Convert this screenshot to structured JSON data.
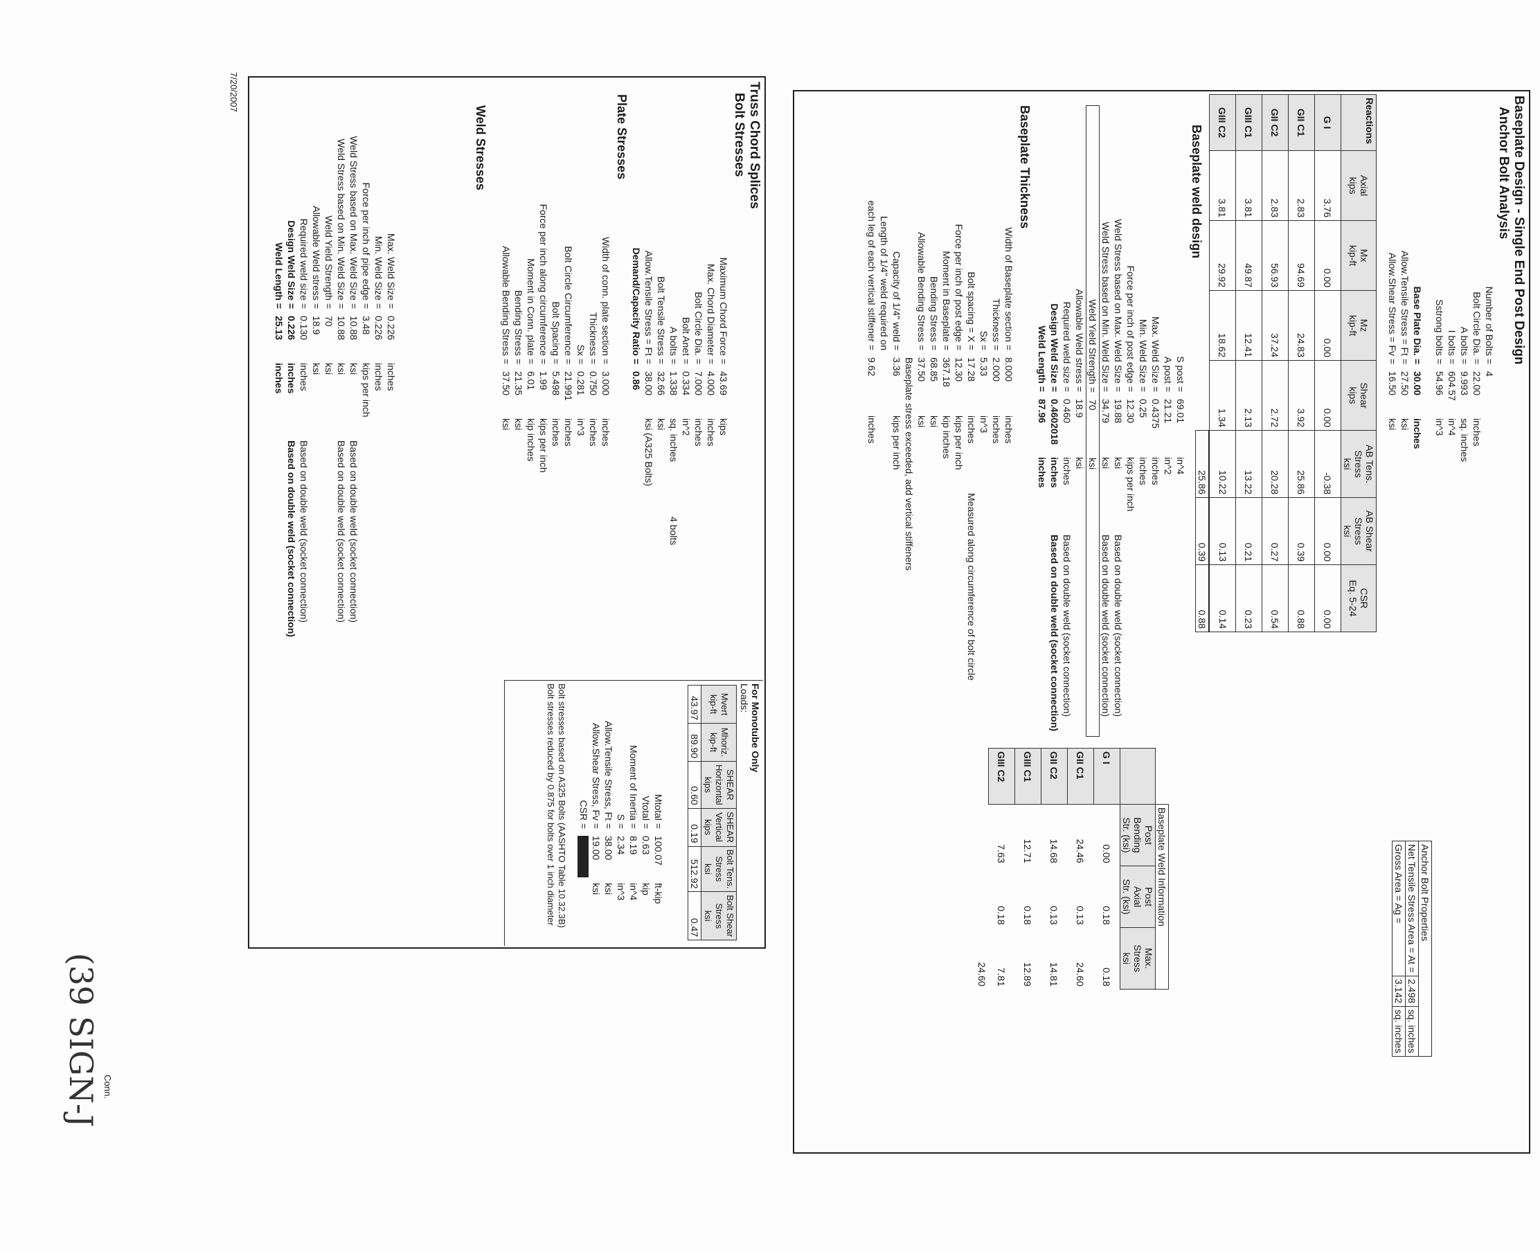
{
  "upper": {
    "title": "Baseplate Design - Single End Post Design",
    "anchor_title": "Anchor Bolt Analysis",
    "anchor_rows": [
      {
        "label": "Number of Bolts =",
        "value": "4",
        "unit": ""
      },
      {
        "label": "Bolt Circle Dia. =",
        "value": "22.00",
        "unit": "inches"
      },
      {
        "label": "A bolts =",
        "value": "9.993",
        "unit": "sq. inches"
      },
      {
        "label": "I bolts =",
        "value": "604.57",
        "unit": "in^4"
      },
      {
        "label": "Sstrong bolts =",
        "value": "54.96",
        "unit": "in^3"
      }
    ],
    "plate_rows": [
      {
        "label": "Base Plate Dia. =",
        "value": "30.00",
        "unit": "inches"
      },
      {
        "label": "Allow.Tensile Stress = Ft =",
        "value": "27.50",
        "unit": "ksi"
      },
      {
        "label": "Allow.Shear Stress = Fv =",
        "value": "16.50",
        "unit": "ksi"
      }
    ],
    "props": {
      "title": "Anchor Bolt Properties",
      "rows": [
        {
          "label": "Net Tensile Stress Area = At =",
          "value": "2.498",
          "unit": "sq. inches"
        },
        {
          "label": "Gross Area = Ag =",
          "value": "3.142",
          "unit": "sq. inches"
        }
      ]
    },
    "reactions": {
      "corner": "Reactions",
      "headers": [
        [
          "Axial",
          "kips"
        ],
        [
          "Mx",
          "kip-ft"
        ],
        [
          "Mz",
          "kip-ft"
        ],
        [
          "Shear",
          "kips"
        ],
        [
          "AB Tens.",
          "Stress",
          "ksi"
        ],
        [
          "AB Shear",
          "Stress",
          "ksi"
        ],
        [
          "CSR",
          "Eq. 5-24"
        ]
      ],
      "rows": [
        {
          "name": "G I",
          "cells": [
            "3.76",
            "0.00",
            "0.00",
            "0.00",
            "-0.38",
            "0.00",
            "0.00"
          ]
        },
        {
          "name": "GII C1",
          "cells": [
            "2.83",
            "94.69",
            "24.83",
            "3.92",
            "25.86",
            "0.39",
            "0.88"
          ]
        },
        {
          "name": "GII C2",
          "cells": [
            "2.83",
            "56.93",
            "37.24",
            "2.72",
            "20.28",
            "0.27",
            "0.54"
          ]
        },
        {
          "name": "GIII C1",
          "cells": [
            "3.81",
            "49.87",
            "12.41",
            "2.13",
            "13.22",
            "0.21",
            "0.23"
          ]
        },
        {
          "name": "GIII C2",
          "cells": [
            "3.81",
            "29.92",
            "18.62",
            "1.34",
            "10.22",
            "0.13",
            "0.14"
          ]
        }
      ],
      "max": [
        "25.86",
        "0.39",
        "0.88"
      ]
    },
    "weld_title": "Baseplate weld design",
    "weld_rows": [
      {
        "label": "S post =",
        "value": "69.01",
        "unit": "in^4",
        "note": ""
      },
      {
        "label": "A post =",
        "value": "21.21",
        "unit": "in^2",
        "note": ""
      },
      {
        "label": "Max. Weld Size =",
        "value": "0.4375",
        "unit": "inches",
        "note": ""
      },
      {
        "label": "Min. Weld Size =",
        "value": "0.25",
        "unit": "inches",
        "note": ""
      },
      {
        "label": "Force per inch of post edge =",
        "value": "12.30",
        "unit": "kips per inch",
        "note": ""
      },
      {
        "label": "Weld Stress based on Max. Weld Size =",
        "value": "19.88",
        "unit": "ksi",
        "note": "Based on double weld (socket connection)"
      },
      {
        "label": "Weld Stress based on Min. Weld Size =",
        "value": "34.79",
        "unit": "ksi",
        "note": "Based on double weld (socket connection)"
      },
      {
        "label": "Weld Yield Strength =",
        "value": "70",
        "unit": "ksi",
        "note": ""
      },
      {
        "label": "Allowable Weld stress =",
        "value": "18.9",
        "unit": "ksi",
        "note": ""
      },
      {
        "label": "Required weld size =",
        "value": "0.460",
        "unit": "inches",
        "note": "Based on double weld (socket connection)"
      },
      {
        "label": "Design Weld Size =",
        "value": "0.4602018",
        "unit": "inches",
        "note": "Based on double weld (socket connection)"
      },
      {
        "label": "Weld Length =",
        "value": "87.96",
        "unit": "inches",
        "note": ""
      }
    ],
    "bwi": {
      "title": "Baseplate Weld Information",
      "headers": [
        [
          "Post",
          "Bending",
          "Str. (ksi)"
        ],
        [
          "Post",
          "Axial",
          "Str. (ksi)"
        ],
        [
          "Max.",
          "Stress",
          "ksi"
        ]
      ],
      "rows": [
        {
          "name": "G I",
          "cells": [
            "0.00",
            "0.18",
            "0.18"
          ]
        },
        {
          "name": "GII C1",
          "cells": [
            "24.46",
            "0.13",
            "24.60"
          ]
        },
        {
          "name": "GII C2",
          "cells": [
            "14.68",
            "0.13",
            "14.81"
          ]
        },
        {
          "name": "GIII C1",
          "cells": [
            "12.71",
            "0.18",
            "12.89"
          ]
        },
        {
          "name": "GIII C2",
          "cells": [
            "7.63",
            "0.18",
            "7.81"
          ]
        }
      ],
      "max": "24.60"
    },
    "thick_title": "Baseplate Thickness",
    "thick_rows": [
      {
        "label": "Width of Baseplate section =",
        "value": "8.000",
        "unit": "inches",
        "note": ""
      },
      {
        "label": "Thickness =",
        "value": "2.000",
        "unit": "inches",
        "note": ""
      },
      {
        "label": "Sx =",
        "value": "5.33",
        "unit": "in^3",
        "note": ""
      },
      {
        "label": "Bolt spacing = X =",
        "value": "17.28",
        "unit": "inches",
        "note": "Measured along circumference of bolt circle"
      },
      {
        "label": "Force per inch of post edge =",
        "value": "12.30",
        "unit": "kips per inch",
        "note": ""
      },
      {
        "label": "Moment in Baseplate =",
        "value": "367.18",
        "unit": "kip inches",
        "note": ""
      },
      {
        "label": "Bending Stress =",
        "value": "68.85",
        "unit": "ksi",
        "note": ""
      },
      {
        "label": "Allowable Bending Stress =",
        "value": "37.50",
        "unit": "ksi",
        "note": ""
      },
      {
        "label": "",
        "value": "Baseplate stress exceeded, add vertical stiffeners",
        "unit": "",
        "note": ""
      },
      {
        "label": "Capacity of 1/4\" weld =",
        "value": "3.36",
        "unit": "kips per inch",
        "note": ""
      },
      {
        "label": "Length of 1/4\" weld required on",
        "value": "",
        "unit": "",
        "note": ""
      },
      {
        "label": "each leg of each vertical stiffener =",
        "value": "9.62",
        "unit": "inches",
        "note": ""
      }
    ]
  },
  "lower": {
    "title": "Truss Chord Splices",
    "bolt_title": "Bolt Stresses",
    "bolt_rows": [
      {
        "label": "Maximum Chord Force =",
        "value": "43.69",
        "unit": "kips",
        "extra": ""
      },
      {
        "label": "Max. Chord Diameter =",
        "value": "4.000",
        "unit": "inches",
        "extra": ""
      },
      {
        "label": "Bolt Circle Dia. =",
        "value": "7.000",
        "unit": "inches",
        "extra": ""
      },
      {
        "label": "Bolt Anet =",
        "value": "0.334",
        "unit": "in^2",
        "extra": ""
      },
      {
        "label": "A bolts =",
        "value": "1.338",
        "unit": "sq. inches",
        "extra": "4    bolts"
      },
      {
        "label": "Bolt Tensile Stress =",
        "value": "32.66",
        "unit": "ksi",
        "extra": ""
      },
      {
        "label": "Allow.Tensile Stress = Ft =",
        "value": "38.00",
        "unit": "ksi (A325 Bolts)",
        "extra": ""
      },
      {
        "label": "Demand/Capacity Ratio =",
        "value": "0.86",
        "unit": "",
        "extra": ""
      }
    ],
    "plate_title": "Plate Stresses",
    "plate_rows": [
      {
        "label": "Width of conn. plate section =",
        "value": "3.000",
        "unit": "inches"
      },
      {
        "label": "Thickness =",
        "value": "0.750",
        "unit": "inches"
      },
      {
        "label": "Sx =",
        "value": "0.281",
        "unit": "in^3"
      },
      {
        "label": "Bolt Circle Circumference =",
        "value": "21.991",
        "unit": "inches"
      },
      {
        "label": "Bolt Spacing =",
        "value": "5.498",
        "unit": "inches"
      },
      {
        "label": "Force per inch along circumference =",
        "value": "1.99",
        "unit": "kips per inch"
      },
      {
        "label": "Moment in Conn. plate =",
        "value": "6.01",
        "unit": "kip inches"
      },
      {
        "label": "Bending Stress =",
        "value": "21.35",
        "unit": "ksi"
      },
      {
        "label": "Allowable Bending Stress =",
        "value": "37.50",
        "unit": "ksi"
      }
    ],
    "weld_title": "Weld Stresses",
    "weld_rows": [
      {
        "label": "Max. Weld Size =",
        "value": "0.226",
        "unit": "inches",
        "note": ""
      },
      {
        "label": "Min. Weld Size =",
        "value": "0.226",
        "unit": "inches",
        "note": ""
      },
      {
        "label": "Force per inch of pipe edge =",
        "value": "3.48",
        "unit": "kips per inch",
        "note": ""
      },
      {
        "label": "Weld Stress based on Max. Weld Size =",
        "value": "10.88",
        "unit": "ksi",
        "note": "Based on double weld (socket connection)"
      },
      {
        "label": "Weld Stress based on Min. Weld Size =",
        "value": "10.88",
        "unit": "ksi",
        "note": "Based on double weld (socket connection)"
      },
      {
        "label": "Weld Yield Strength =",
        "value": "70",
        "unit": "ksi",
        "note": ""
      },
      {
        "label": "Allowable Weld stress =",
        "value": "18.9",
        "unit": "ksi",
        "note": ""
      },
      {
        "label": "Required weld size =",
        "value": "0.130",
        "unit": "inches",
        "note": "Based on double weld (socket connection)"
      },
      {
        "label": "Design Weld Size =",
        "value": "0.226",
        "unit": "inches",
        "note": "Based on double weld (socket connection)"
      },
      {
        "label": "Weld Length =",
        "value": "25.13",
        "unit": "inches",
        "note": ""
      }
    ],
    "mono": {
      "title": "For Monotube Only",
      "loads": "Loads:",
      "headers": [
        [
          "Mvert",
          "",
          "kip-ft"
        ],
        [
          "Mhoriz.",
          "",
          "kip-ft"
        ],
        [
          "SHEAR",
          "Horizontal",
          "kips"
        ],
        [
          "SHEAR",
          "Vertical",
          "kips"
        ],
        [
          "Bolt Tens.",
          "Stress",
          "ksi"
        ],
        [
          "Bolt Shear",
          "Stress",
          "ksi"
        ]
      ],
      "values": [
        "43.97",
        "89.90",
        "0.60",
        "0.19",
        "512.92",
        "0.47"
      ],
      "rows": [
        {
          "label": "Mtotal =",
          "value": "100.07",
          "unit": "ft-kip"
        },
        {
          "label": "Vtotal =",
          "value": "0.63",
          "unit": "kip"
        },
        {
          "label": "Moment of Inertia =",
          "value": "8.19",
          "unit": "in^4"
        },
        {
          "label": "S =",
          "value": "2.34",
          "unit": "in^3"
        },
        {
          "label": "Allow.Tensile Stress, Ft =",
          "value": "38.00",
          "unit": "ksi"
        },
        {
          "label": "Allow.Shear Stress, Fv =",
          "value": "19.00",
          "unit": "ksi"
        },
        {
          "label": "CSR =",
          "value": "",
          "unit": ""
        }
      ],
      "note1": "Bolt stresses based on A325 Bolts  (AASHTO Table 10.32.3B)",
      "note2": "Bolt stresses reduced by 0.875 for bolts over 1 inch diameter"
    }
  },
  "footer": {
    "date": "7/20/2007",
    "conn": "Conn.",
    "handwriting": "(39 SIGN-J"
  }
}
